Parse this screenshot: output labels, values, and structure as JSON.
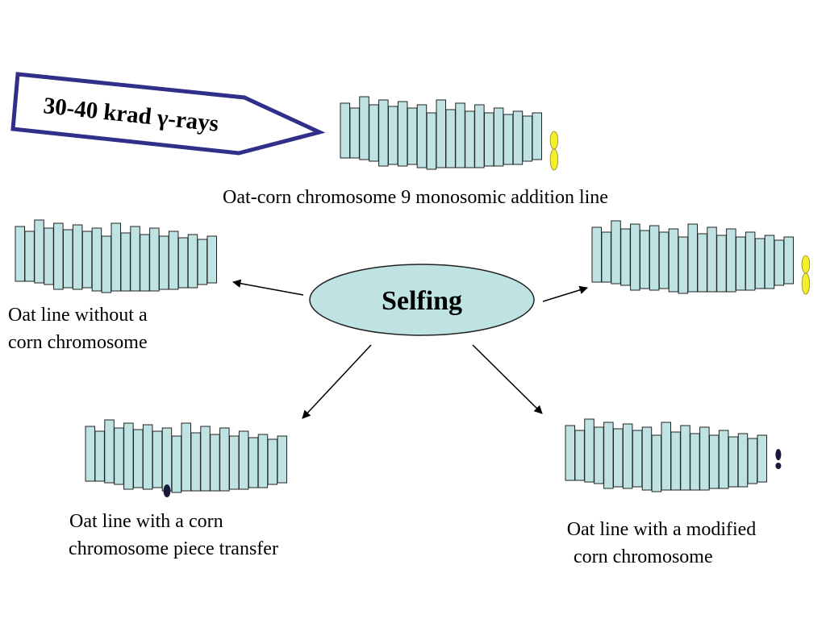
{
  "treatment_label": "30-40 krad γ-rays",
  "center_label": "Selfing",
  "captions": {
    "top": "Oat-corn chromosome 9 monosomic addition line",
    "left_line1": "Oat line without a",
    "left_line2": "corn chromosome",
    "bottom_left_line1": "Oat line with a corn",
    "bottom_left_line2": "chromosome piece transfer",
    "bottom_right_line1": "Oat line with a modified",
    "bottom_right_line2": "corn chromosome"
  },
  "karyotypes": [
    {
      "name": "top-karyotype",
      "corn_marker": "full-chromosome"
    },
    {
      "name": "left-karyotype",
      "corn_marker": "none"
    },
    {
      "name": "right-karyotype",
      "corn_marker": "full-chromosome"
    },
    {
      "name": "bottom-left-karyotype",
      "corn_marker": "piece-attached"
    },
    {
      "name": "bottom-right-karyotype",
      "corn_marker": "modified"
    }
  ],
  "colors": {
    "chromosome_fill": "#bfe3e3",
    "chromosome_stroke": "#222222",
    "corn_full": "#f5ee2a",
    "corn_piece": "#1a1a3a",
    "arrow_border": "#30308a",
    "ellipse_fill": "#bfe3e3"
  }
}
